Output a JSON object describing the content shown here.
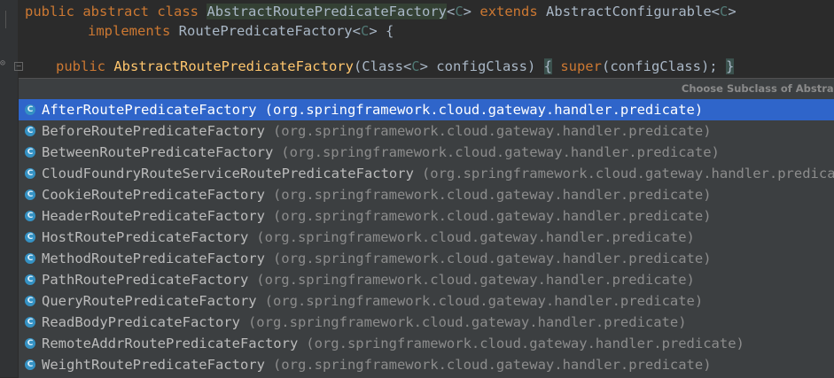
{
  "code": {
    "line1": {
      "kw1": "public",
      "kw2": "abstract",
      "kw3": "class",
      "class_name": "AbstractRoutePredicateFactory",
      "tparam_open": "<",
      "tparam": "C",
      "tparam_close": ">",
      "kw4": "extends",
      "super_name": "AbstractConfigurable",
      "tparam2_open": "<",
      "tparam2": "C",
      "tparam2_close": ">"
    },
    "line2": {
      "kw": "implements",
      "iface": "RoutePredicateFactory",
      "tparam_open": "<",
      "tparam": "C",
      "tparam_close": "> {"
    },
    "line3": {
      "kw": "public",
      "ctor": "AbstractRoutePredicateFactory",
      "params_pre": "(Class<",
      "tparam": "C",
      "params_post": "> configClass) ",
      "brace_open": "{",
      "super_kw": "super",
      "call": "(configClass); ",
      "brace_close": "}"
    }
  },
  "popup": {
    "title": "Choose Subclass of Abstract",
    "icon_letter": "C",
    "items": [
      {
        "name": "AfterRoutePredicateFactory",
        "pkg": "(org.springframework.cloud.gateway.handler.predicate)",
        "selected": true
      },
      {
        "name": "BeforeRoutePredicateFactory",
        "pkg": "(org.springframework.cloud.gateway.handler.predicate)"
      },
      {
        "name": "BetweenRoutePredicateFactory",
        "pkg": "(org.springframework.cloud.gateway.handler.predicate)"
      },
      {
        "name": "CloudFoundryRouteServiceRoutePredicateFactory",
        "pkg": "(org.springframework.cloud.gateway.handler.predicate)"
      },
      {
        "name": "CookieRoutePredicateFactory",
        "pkg": "(org.springframework.cloud.gateway.handler.predicate)"
      },
      {
        "name": "HeaderRoutePredicateFactory",
        "pkg": "(org.springframework.cloud.gateway.handler.predicate)"
      },
      {
        "name": "HostRoutePredicateFactory",
        "pkg": "(org.springframework.cloud.gateway.handler.predicate)"
      },
      {
        "name": "MethodRoutePredicateFactory",
        "pkg": "(org.springframework.cloud.gateway.handler.predicate)"
      },
      {
        "name": "PathRoutePredicateFactory",
        "pkg": "(org.springframework.cloud.gateway.handler.predicate)"
      },
      {
        "name": "QueryRoutePredicateFactory",
        "pkg": "(org.springframework.cloud.gateway.handler.predicate)"
      },
      {
        "name": "ReadBodyPredicateFactory",
        "pkg": "(org.springframework.cloud.gateway.handler.predicate)"
      },
      {
        "name": "RemoteAddrRoutePredicateFactory",
        "pkg": "(org.springframework.cloud.gateway.handler.predicate)"
      },
      {
        "name": "WeightRoutePredicateFactory",
        "pkg": "(org.springframework.cloud.gateway.handler.predicate)"
      }
    ]
  },
  "colors": {
    "editor_bg": "#2b2b2b",
    "keyword": "#cc7832",
    "declaration": "#ffc66d",
    "type_param": "#507874",
    "selection": "#2f65ca",
    "class_icon": "#3592c4"
  },
  "icons": {
    "class_icon": "class-icon",
    "fold_marker": "fold-minus-icon",
    "gutter_marker": "override-gutter-icon"
  }
}
